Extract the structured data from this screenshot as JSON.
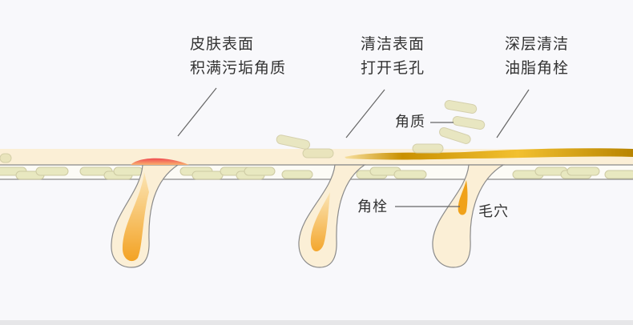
{
  "labels": {
    "step1": {
      "line1": "皮肤表面",
      "line2": "积满污垢角质"
    },
    "step2": {
      "line1": "清洁表面",
      "line2": "打开毛孔"
    },
    "step3": {
      "line1": "深层清洁",
      "line2": "油脂角栓"
    }
  },
  "annotations": {
    "keratin": "角质",
    "plug": "角栓",
    "pore": "毛穴"
  },
  "colors": {
    "skin": "#fbefd6",
    "cell": "#e8e7bd",
    "sebum": "#f0a21a",
    "oil": "#d9a000",
    "dirt": "#f05a4a"
  }
}
